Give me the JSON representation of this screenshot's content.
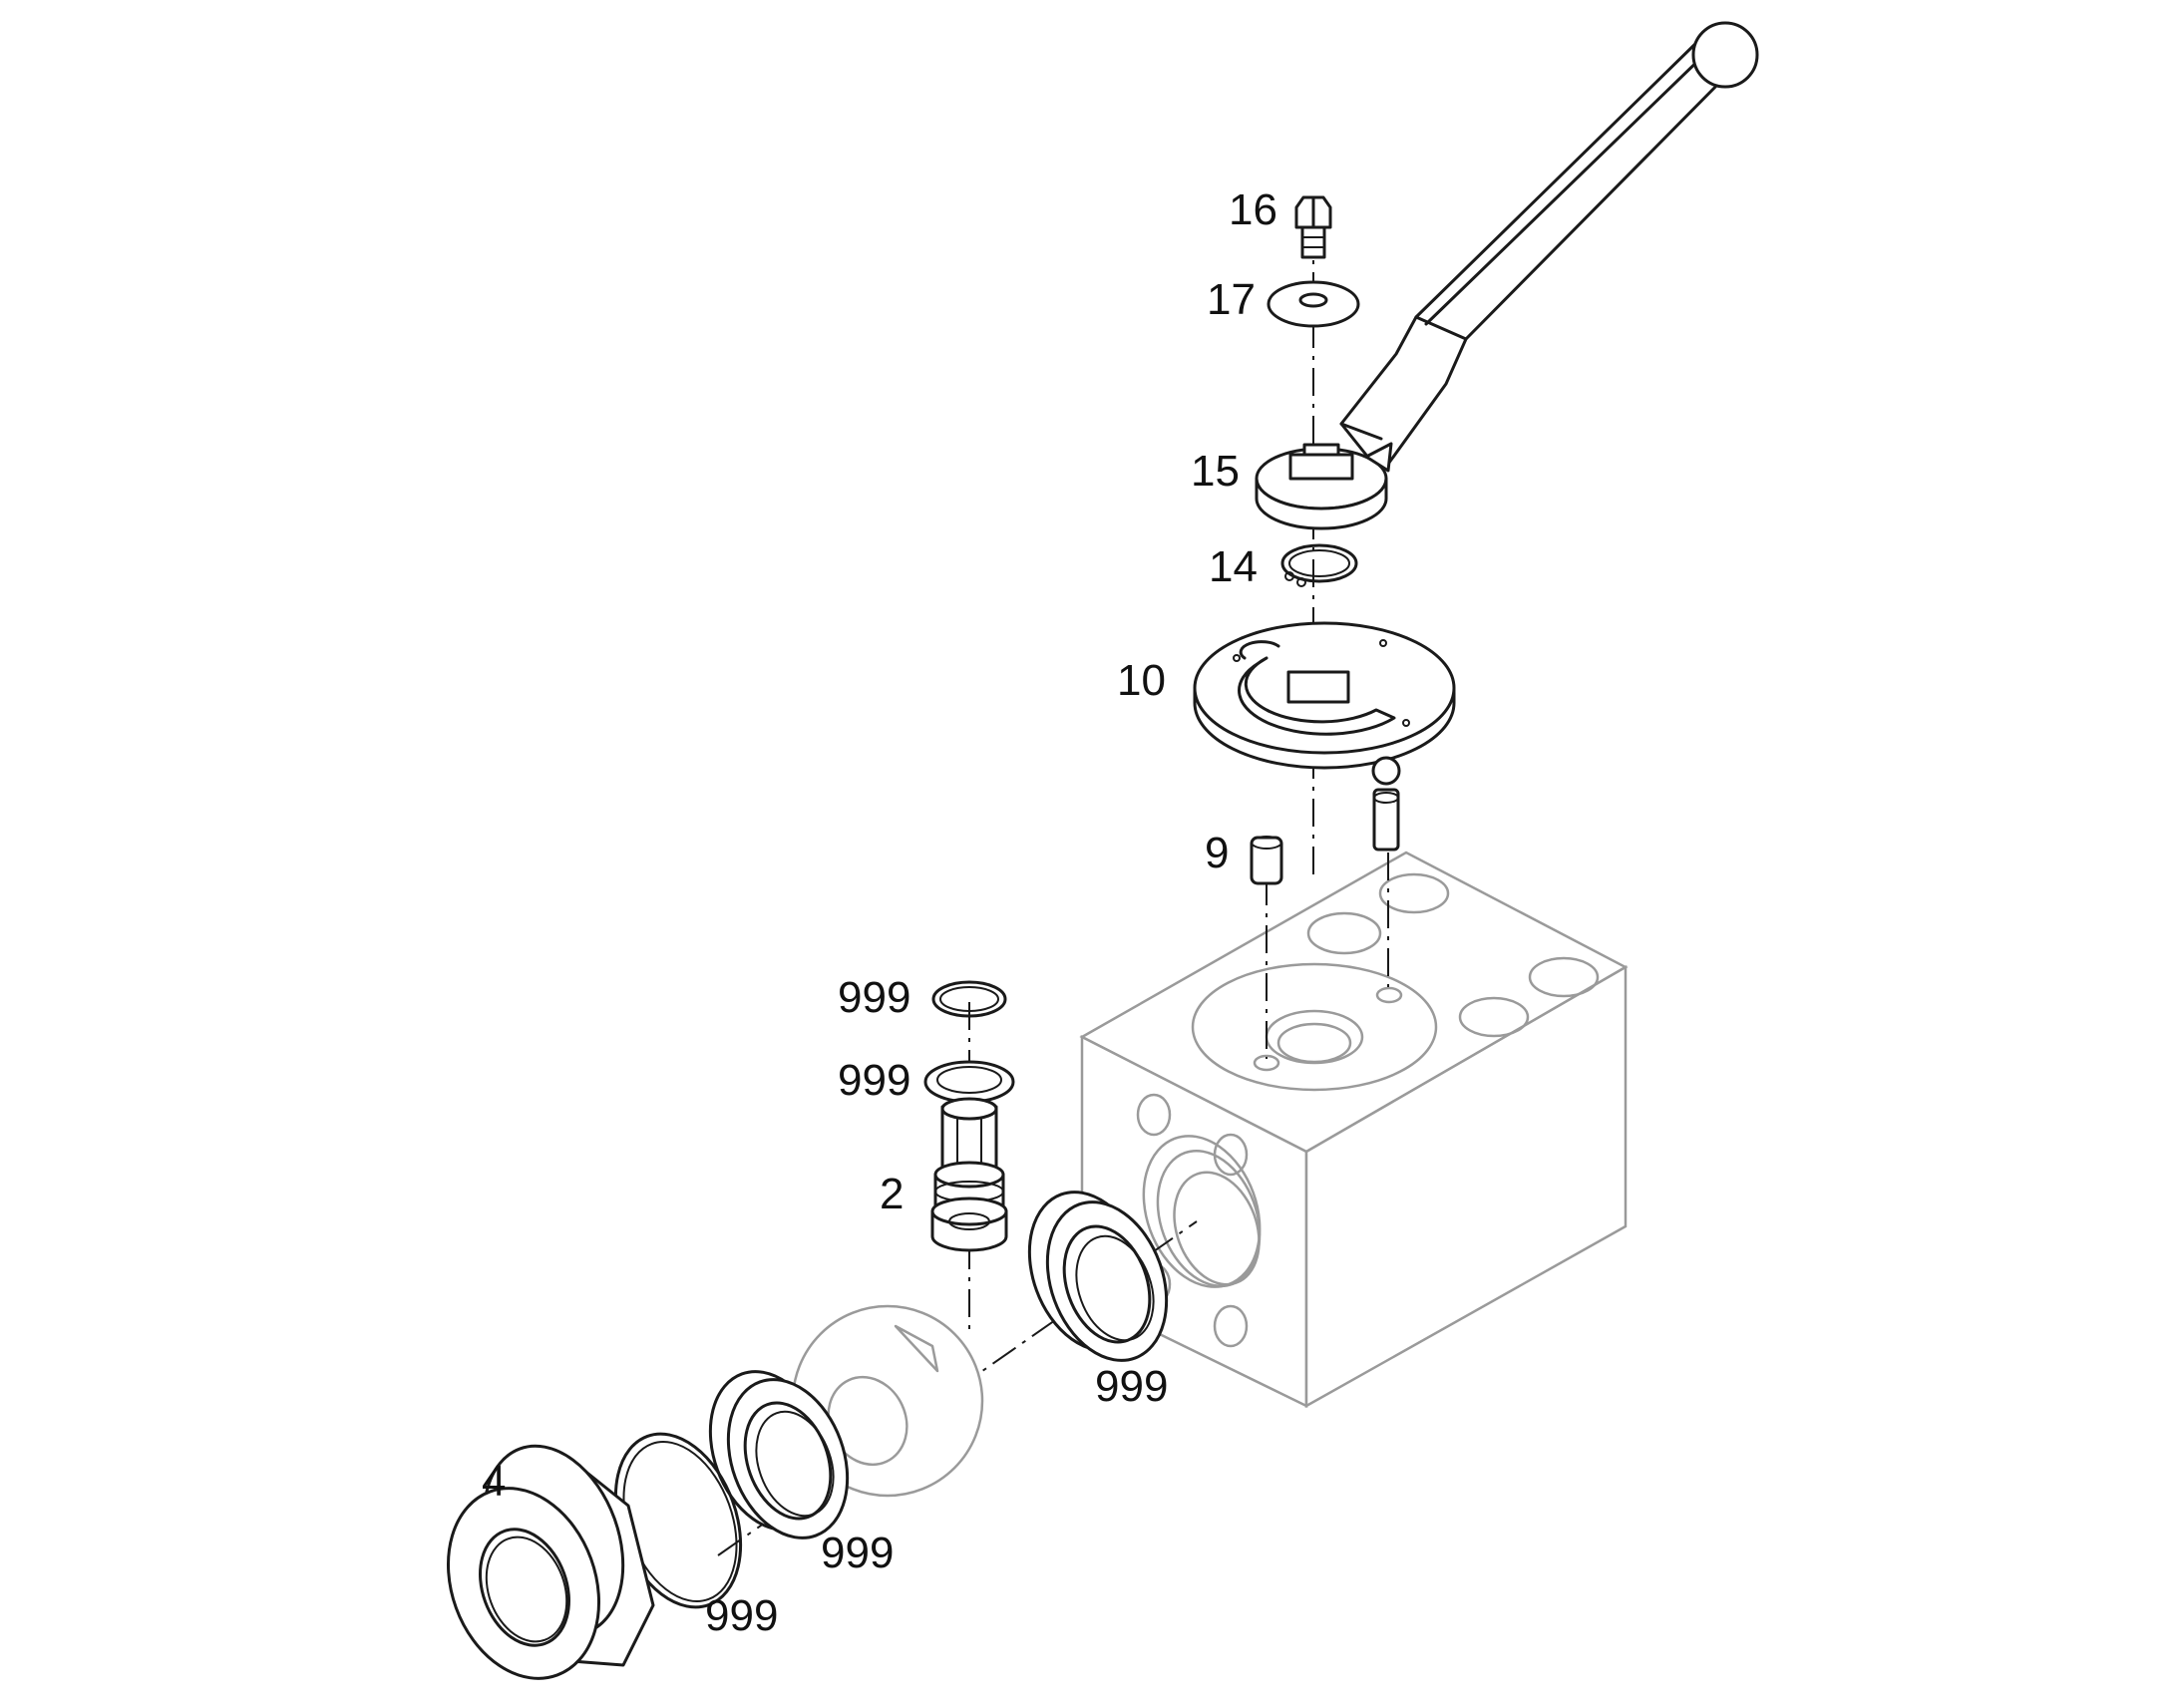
{
  "colors": {
    "line": "#1a1a1a",
    "housing": "#9a9a9a",
    "background": "#ffffff"
  },
  "labels": {
    "p16": "16",
    "p17": "17",
    "p15": "15",
    "p14": "14",
    "p10": "10",
    "p9": "9",
    "p999_oring_top": "999",
    "p999_seal_top": "999",
    "p2": "2",
    "p999_seat_right": "999",
    "p4": "4",
    "p999_seat_left": "999",
    "p999_oring_left": "999"
  }
}
